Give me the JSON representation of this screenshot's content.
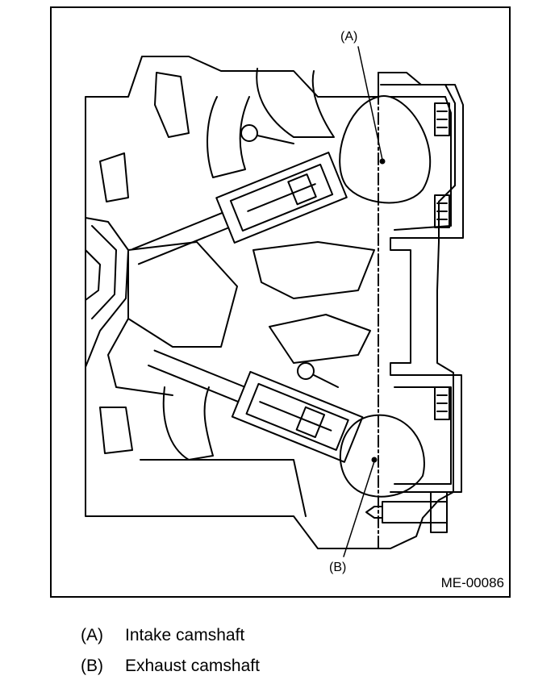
{
  "figure": {
    "id": "ME-00086",
    "callouts": {
      "a": "(A)",
      "b": "(B)"
    }
  },
  "legend": [
    {
      "key": "(A)",
      "text": "Intake camshaft"
    },
    {
      "key": "(B)",
      "text": "Exhaust camshaft"
    }
  ]
}
